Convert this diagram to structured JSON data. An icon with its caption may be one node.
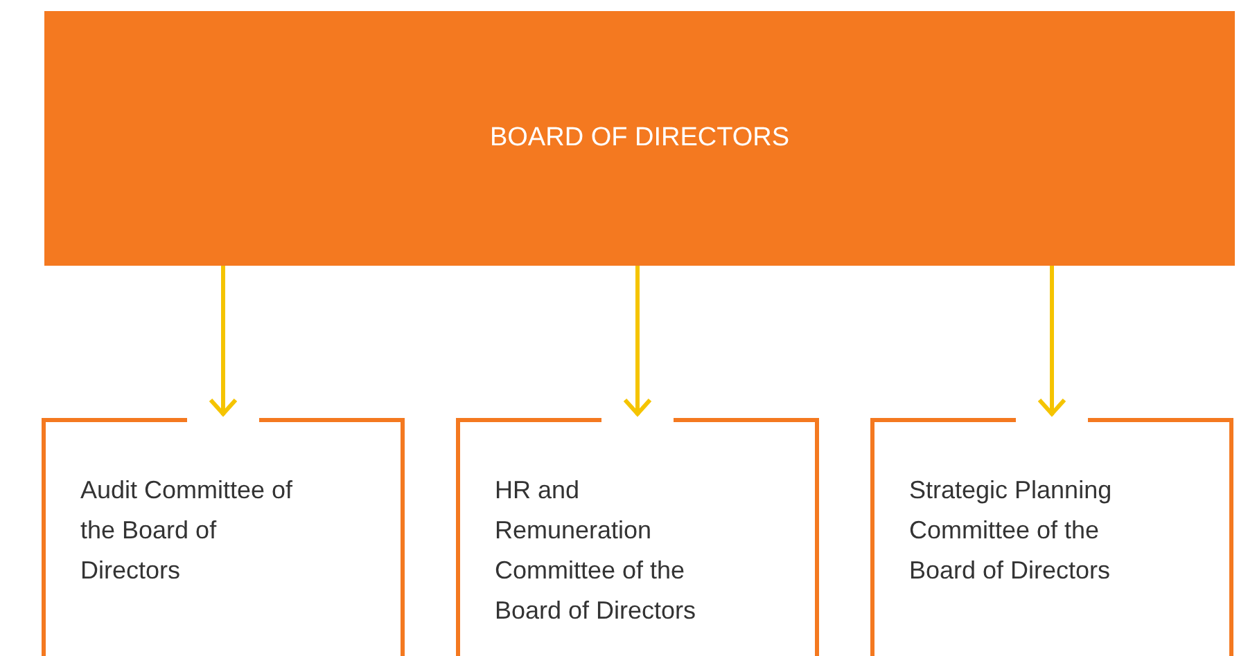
{
  "diagram": {
    "nodes": [
      {
        "text": [
          "BOARD OF DIRECTORS"
        ]
      },
      {
        "text": [
          "Audit Committee of the Board of Directors"
        ]
      },
      {
        "text": [
          "HR and Remuneration Committee of the Board of Directors"
        ]
      },
      {
        "text": [
          "Strategic Planning Committee of the Board of Directors"
        ]
      }
    ],
    "edges": [
      {
        "from": 0,
        "to": 1,
        "arrow": "to"
      },
      {
        "from": 0,
        "to": 2,
        "arrow": "to"
      },
      {
        "from": 0,
        "to": 3,
        "arrow": "to"
      }
    ]
  }
}
